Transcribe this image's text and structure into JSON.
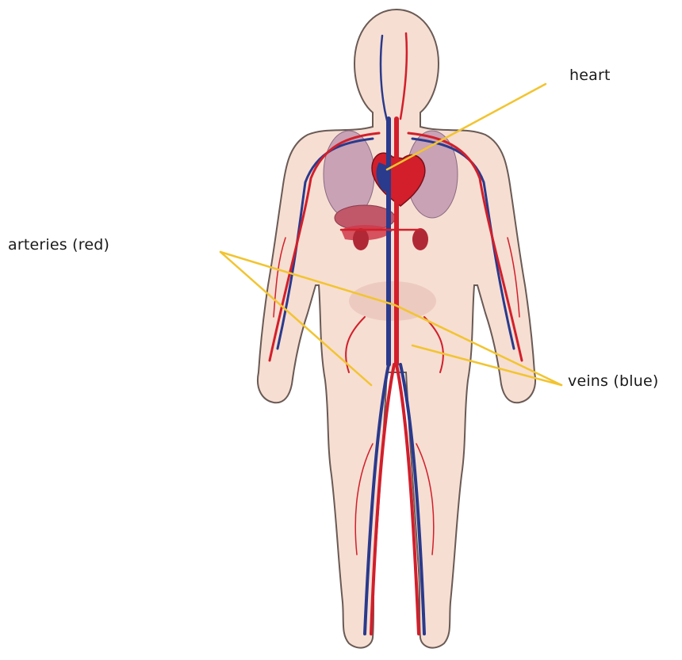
{
  "labels": {
    "heart": "heart",
    "arteries": "arteries (red)",
    "veins": "veins (blue)"
  },
  "colors": {
    "background": "#ffffff",
    "skin": "#f6ded2",
    "skin_outline": "#6a5a55",
    "artery": "#d21f2b",
    "vein": "#2a3a8c",
    "organ": "#c9a2b6",
    "leader_line": "#f2c430"
  }
}
